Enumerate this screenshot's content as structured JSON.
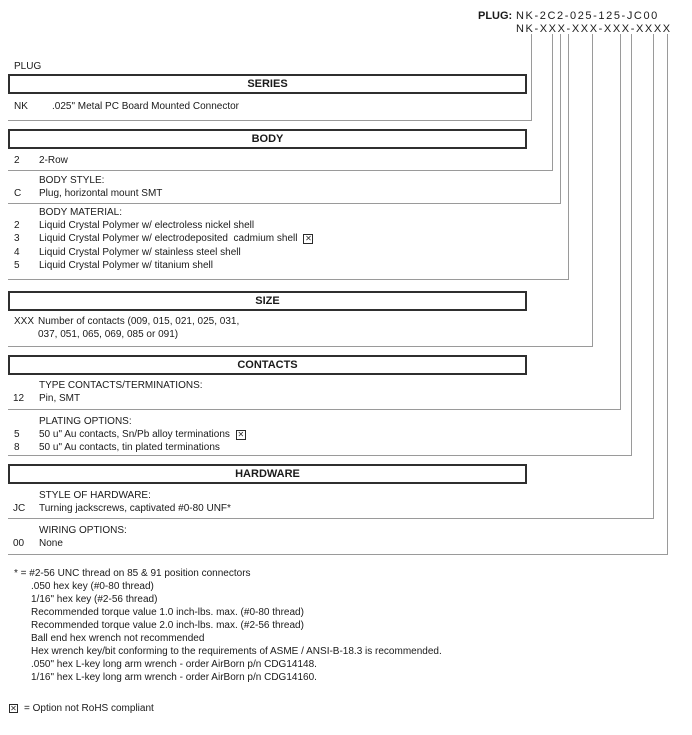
{
  "colors": {
    "text": "#1a1a1a",
    "line_gray": "#9a9a9a",
    "box_border": "#2f2f2f"
  },
  "icons": {
    "not_rohs_glyph": "✕"
  },
  "header": {
    "plug_label": "PLUG:",
    "part_number": "NK-2C2-025-125-JC00",
    "part_number_mask": "NK-XXX-XXX-XXX-XXXX"
  },
  "page_label": "PLUG",
  "series": {
    "title": "SERIES",
    "code": "NK",
    "desc": ".025\" Metal PC Board Mounted Connector"
  },
  "body_section": {
    "title": "BODY",
    "row": {
      "code": "2",
      "desc": "2-Row"
    },
    "style": {
      "label": "BODY STYLE:",
      "code": "C",
      "desc": "Plug, horizontal mount SMT"
    },
    "material": {
      "label": "BODY MATERIAL:",
      "options": [
        {
          "code": "2",
          "desc": "Liquid Crystal Polymer w/ electroless nickel shell"
        },
        {
          "code": "3",
          "desc": "Liquid Crystal Polymer w/ electrodeposited  cadmium shell"
        },
        {
          "code": "4",
          "desc": "Liquid Crystal Polymer w/ stainless steel shell"
        },
        {
          "code": "5",
          "desc": "Liquid Crystal Polymer w/ titanium shell"
        }
      ]
    }
  },
  "size_section": {
    "title": "SIZE",
    "code": "XXX",
    "desc_line1": "Number of contacts (009, 015, 021, 025, 031,",
    "desc_line2": "037, 051, 065, 069, 085 or 091)"
  },
  "contacts_section": {
    "title": "CONTACTS",
    "type": {
      "label": "TYPE CONTACTS/TERMINATIONS:",
      "code": "12",
      "desc": "Pin, SMT"
    },
    "plating": {
      "label": "PLATING OPTIONS:",
      "options": [
        {
          "code": "5",
          "desc": "50 u\" Au contacts, Sn/Pb alloy terminations"
        },
        {
          "code": "8",
          "desc": "50 u\" Au contacts, tin plated terminations"
        }
      ]
    }
  },
  "hardware_section": {
    "title": "HARDWARE",
    "style": {
      "label": "STYLE OF HARDWARE:",
      "code": "JC",
      "desc": "Turning jackscrews, captivated #0-80 UNF*"
    },
    "wiring": {
      "label": "WIRING OPTIONS:",
      "code": "00",
      "desc": "None"
    }
  },
  "footnotes": [
    "* = #2-56 UNC thread on 85 & 91 position connectors",
    ".050 hex key (#0-80 thread)",
    "1/16\" hex key (#2-56 thread)",
    "Recommended torque value 1.0 inch-lbs. max. (#0-80 thread)",
    "Recommended torque value 2.0 inch-lbs. max. (#2-56 thread)",
    "Ball end hex wrench not recommended",
    "Hex wrench key/bit conforming to the requirements of ASME / ANSI-B-18.3 is recommended.",
    ".050\" hex L-key long arm wrench - order AirBorn p/n CDG14148.",
    "1/16\" hex L-key long arm wrench - order AirBorn p/n CDG14160."
  ],
  "rohs_note": "= Option not RoHS compliant"
}
